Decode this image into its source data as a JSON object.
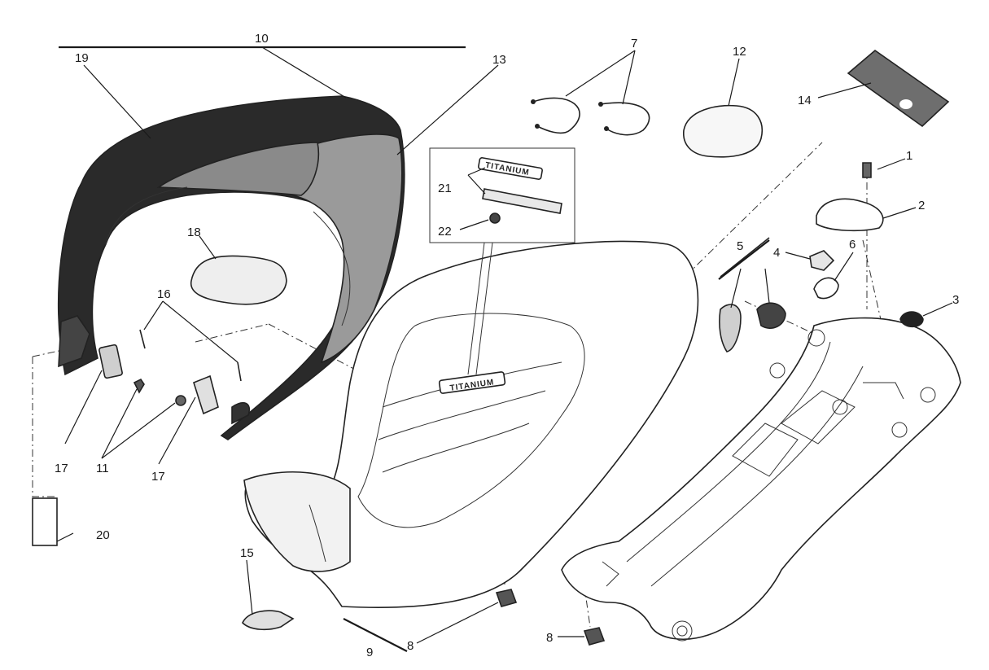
{
  "callouts": {
    "c1": "1",
    "c2": "2",
    "c3": "3",
    "c4": "4",
    "c5": "5",
    "c6": "6",
    "c7": "7",
    "c8a": "8",
    "c8b": "8",
    "c9": "9",
    "c10": "10",
    "c11": "11",
    "c12": "12",
    "c13": "13",
    "c14": "14",
    "c15": "15",
    "c16": "16",
    "c17a": "17",
    "c17b": "17",
    "c18": "18",
    "c19": "19",
    "c20": "20",
    "c21": "21",
    "c22": "22"
  },
  "badges": {
    "seat_badge": "TITANIUM",
    "inset_badge": "TITANIUM"
  },
  "colors": {
    "line": "#1a1a1a",
    "cover_dark": "#2a2a2a",
    "cover_grey": "#9a9a9a",
    "pad_grey": "#6e6e6e"
  }
}
